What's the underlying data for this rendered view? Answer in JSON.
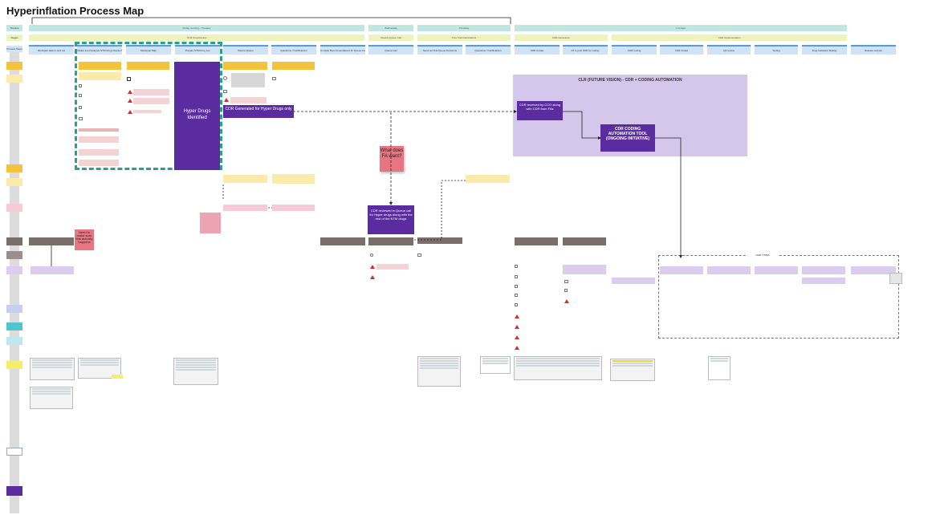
{
  "title": "Hyperinflation Process Map",
  "lanes": {
    "timeline": "Timeline",
    "stages": "Stages",
    "process_steps": "Process Steps"
  },
  "timeline": [
    "Friday morning – Tuesday",
    "Wednesday",
    "Thursday",
    "1-N days"
  ],
  "stages": [
    "NTM Drug Review",
    "Weekly Queue Call",
    "Prev Call Clarifications",
    "CDR Generation",
    "CDR Implementation"
  ],
  "steps": [
    "Medispan data is sent out",
    "Initiate trend analysis NTM Drugs Hierarchies",
    "Medispan Map",
    "Prepare NTM Drug List",
    "Data to Queue",
    "Questions / Clarifications",
    "Compile Recommendations for Queue Call",
    "Queue Call",
    "Send out final Queue Decisions",
    "Questions / Clarifications",
    "CDR Create",
    "FA to post CDR for coding",
    "CDR routing",
    "CDR Coded",
    "QA review",
    "Testing",
    "Drug Indication Mailing",
    "Release outputs"
  ],
  "future_vision": {
    "title": "CLR (FUTURE VISION) - CDR + CODING AUTOMATION",
    "received": "CDR received by CCO along with CDR from FAs",
    "tool": "CDR CODING AUTOMATION TOOL (ONGOING INITIATIVE)"
  },
  "hyper_drugs": "Hyper Drugs Identified",
  "cdr_generated": "CDR Generated for Hyper Drugs only",
  "what_does_fa_want": "What does FA want?",
  "cdr_reviewed": "CDR reviewed in Queue call for Hyper drugs along with the rest of the NTM drugs",
  "need_to_make_sure": "Need to make sure this actually happens",
  "cdr_types": "CDR TYPES",
  "colors": {
    "purple_dark": "#5a2ca0",
    "future_bg": "#d5c7ec",
    "teal": "#bfe7e0",
    "lime": "#eef3be",
    "step_blue": "#cfe3f6",
    "green_dash": "#2aa18a"
  }
}
